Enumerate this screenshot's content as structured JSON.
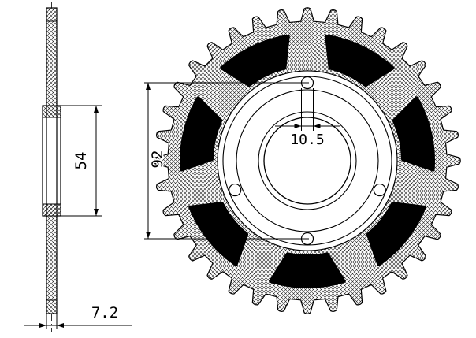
{
  "drawing": {
    "subject": "rear-sprocket-technical-drawing",
    "views": [
      "side-section",
      "front"
    ],
    "colors": {
      "ink": "#000000",
      "paper": "#ffffff"
    }
  },
  "dims": {
    "hub_boss_diameter": "54",
    "bolt_circle_diameter": "92",
    "bolt_hole_diameter": "10.5",
    "plate_thickness": "7.2"
  }
}
